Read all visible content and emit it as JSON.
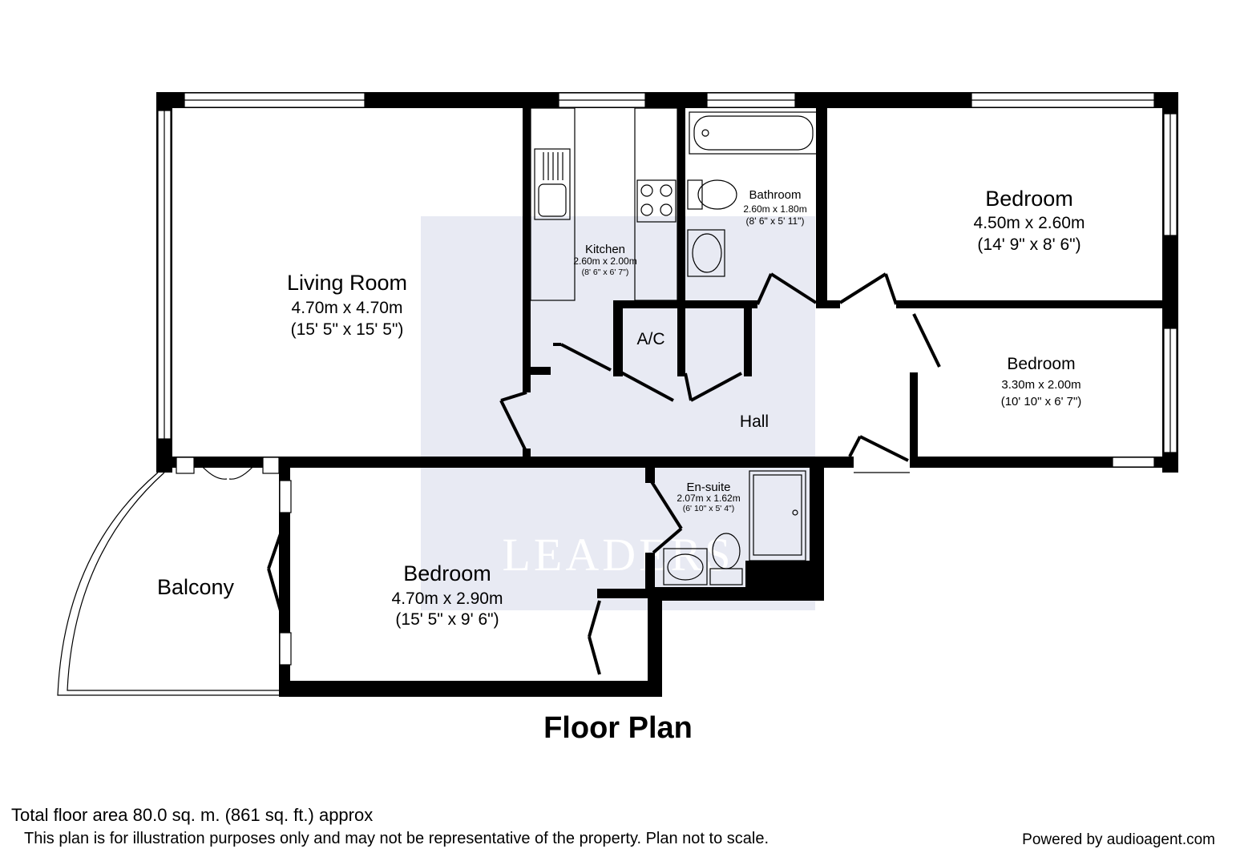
{
  "watermark": {
    "text": "LEADERS",
    "color": "#c9cde3"
  },
  "rooms": {
    "living": {
      "name": "Living Room",
      "metric": "4.70m x 4.70m",
      "imperial": "(15' 5\" x 15' 5\")"
    },
    "kitchen": {
      "name": "Kitchen",
      "metric": "2.60m x 2.00m",
      "imperial": "(8' 6\" x 6' 7\")"
    },
    "bathroom": {
      "name": "Bathroom",
      "metric": "2.60m x 1.80m",
      "imperial": "(8' 6\" x 5' 11\")"
    },
    "bedroom1": {
      "name": "Bedroom",
      "metric": "4.50m x 2.60m",
      "imperial": "(14' 9\" x 8' 6\")"
    },
    "bedroom2": {
      "name": "Bedroom",
      "metric": "3.30m x 2.00m",
      "imperial": "(10' 10\" x 6' 7\")"
    },
    "bedroom3": {
      "name": "Bedroom",
      "metric": "4.70m x 2.90m",
      "imperial": "(15' 5\" x 9' 6\")"
    },
    "ensuite": {
      "name": "En-suite",
      "metric": "2.07m x 1.62m",
      "imperial": "(6' 10\" x 5' 4\")"
    },
    "ac": {
      "name": "A/C"
    },
    "hall": {
      "name": "Hall"
    },
    "balcony": {
      "name": "Balcony"
    }
  },
  "title": "Floor Plan",
  "footer": {
    "total_area": "Total floor area 80.0 sq. m. (861 sq. ft.) approx",
    "disclaimer": "This plan is for illustration purposes only and may not be representative of the property. Plan not to scale.",
    "powered_by": "Powered by audioagent.com"
  }
}
